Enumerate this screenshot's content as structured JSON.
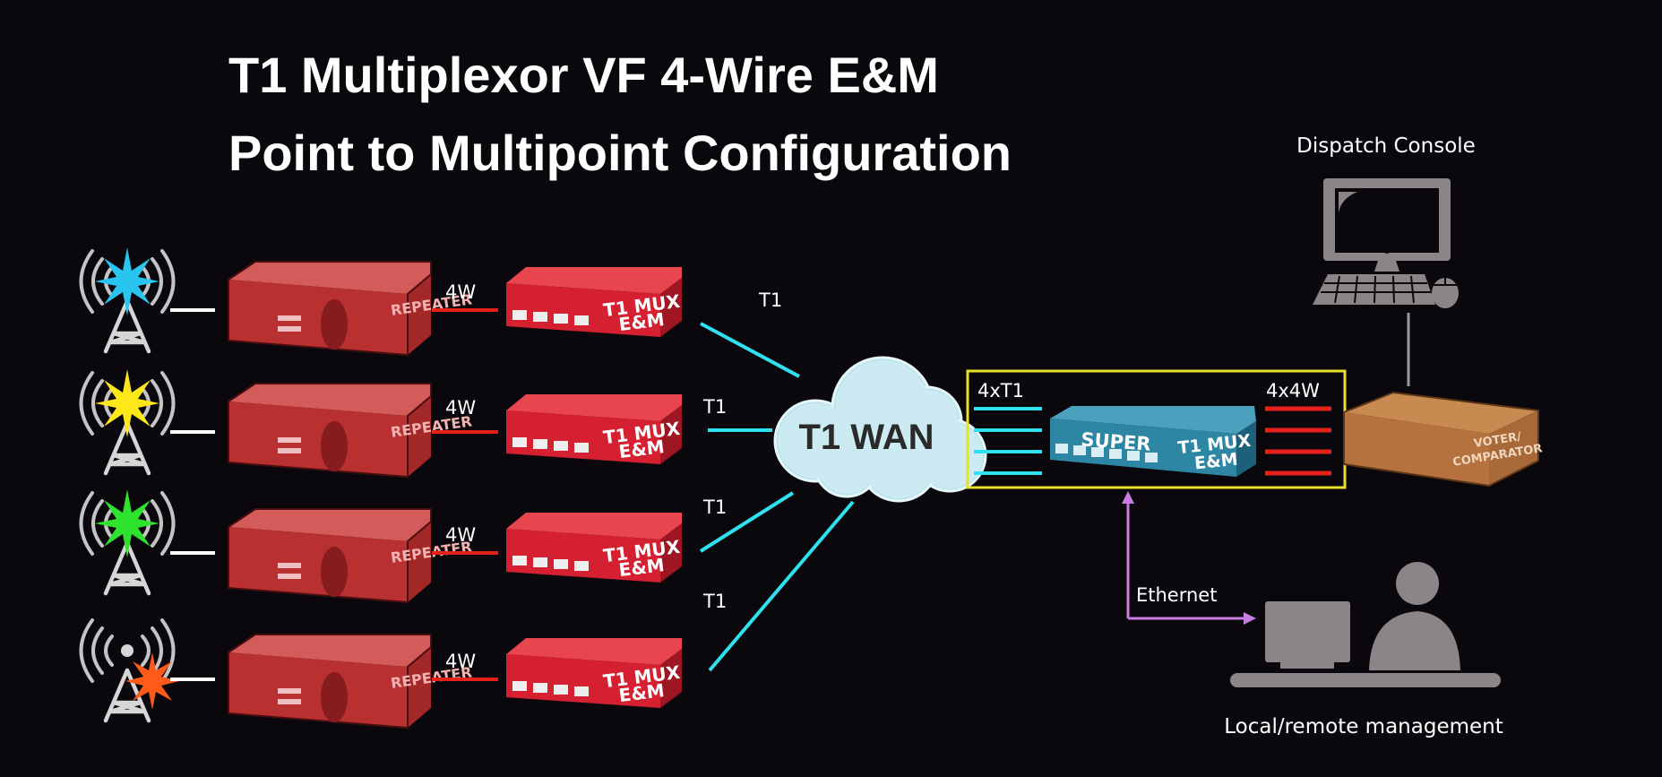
{
  "title": {
    "line1": "T1 Multiplexor VF 4-Wire E&M",
    "line2": "Point to Multipoint Configuration"
  },
  "sites": [
    {
      "repeater_label": "REPEATER",
      "link_label": "4W",
      "mux_line1": "T1 MUX",
      "mux_line2": "E&M",
      "wan_label": "T1",
      "beacon_color": "#29c5f0"
    },
    {
      "repeater_label": "REPEATER",
      "link_label": "4W",
      "mux_line1": "T1 MUX",
      "mux_line2": "E&M",
      "wan_label": "T1",
      "beacon_color": "#ffe81a"
    },
    {
      "repeater_label": "REPEATER",
      "link_label": "4W",
      "mux_line1": "T1 MUX",
      "mux_line2": "E&M",
      "wan_label": "T1",
      "beacon_color": "#2ee22e"
    },
    {
      "repeater_label": "REPEATER",
      "link_label": "4W",
      "mux_line1": "T1 MUX",
      "mux_line2": "E&M",
      "wan_label": "T1",
      "beacon_color": "#ff5a1a"
    }
  ],
  "wan": {
    "label": "T1 WAN"
  },
  "hub": {
    "t1_label": "4xT1",
    "fourwire_label": "4x4W",
    "super_label": "SUPER",
    "mux_line1": "T1 MUX",
    "mux_line2": "E&M"
  },
  "voter": {
    "line1": "VOTER/",
    "line2": "COMPARATOR"
  },
  "dispatch": {
    "label": "Dispatch Console"
  },
  "ethernet": {
    "label": "Ethernet"
  },
  "management": {
    "label": "Local/remote management"
  },
  "colors": {
    "background": "#0b080d",
    "repeater_red": "#b8302f",
    "mux_red": "#d42030",
    "t1_link": "#2fe0ee",
    "fourwire_link": "#e3201a",
    "hub_box": "#e8df2a",
    "ethernet": "#c77ee0",
    "super_mux": "#2d86a3",
    "voter": "#b5723e",
    "computer_gray": "#8a8586"
  },
  "icons": [
    "radio-tower-icon",
    "computer-icon",
    "person-at-desk-icon",
    "cloud-icon"
  ]
}
